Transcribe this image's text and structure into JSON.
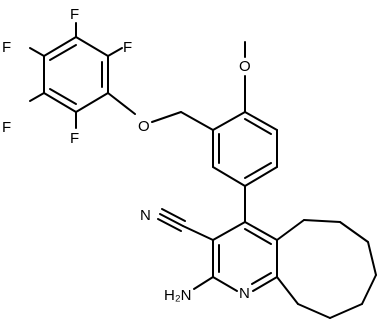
{
  "structure": {
    "atom_labels": {
      "f1": "F",
      "f2": "F",
      "f3": "F",
      "f4": "F",
      "f5": "F",
      "o_ether": "O",
      "o_methoxy": "O",
      "n_nitrile": "N",
      "n_ring": "N",
      "nh2": "H₂N"
    }
  }
}
